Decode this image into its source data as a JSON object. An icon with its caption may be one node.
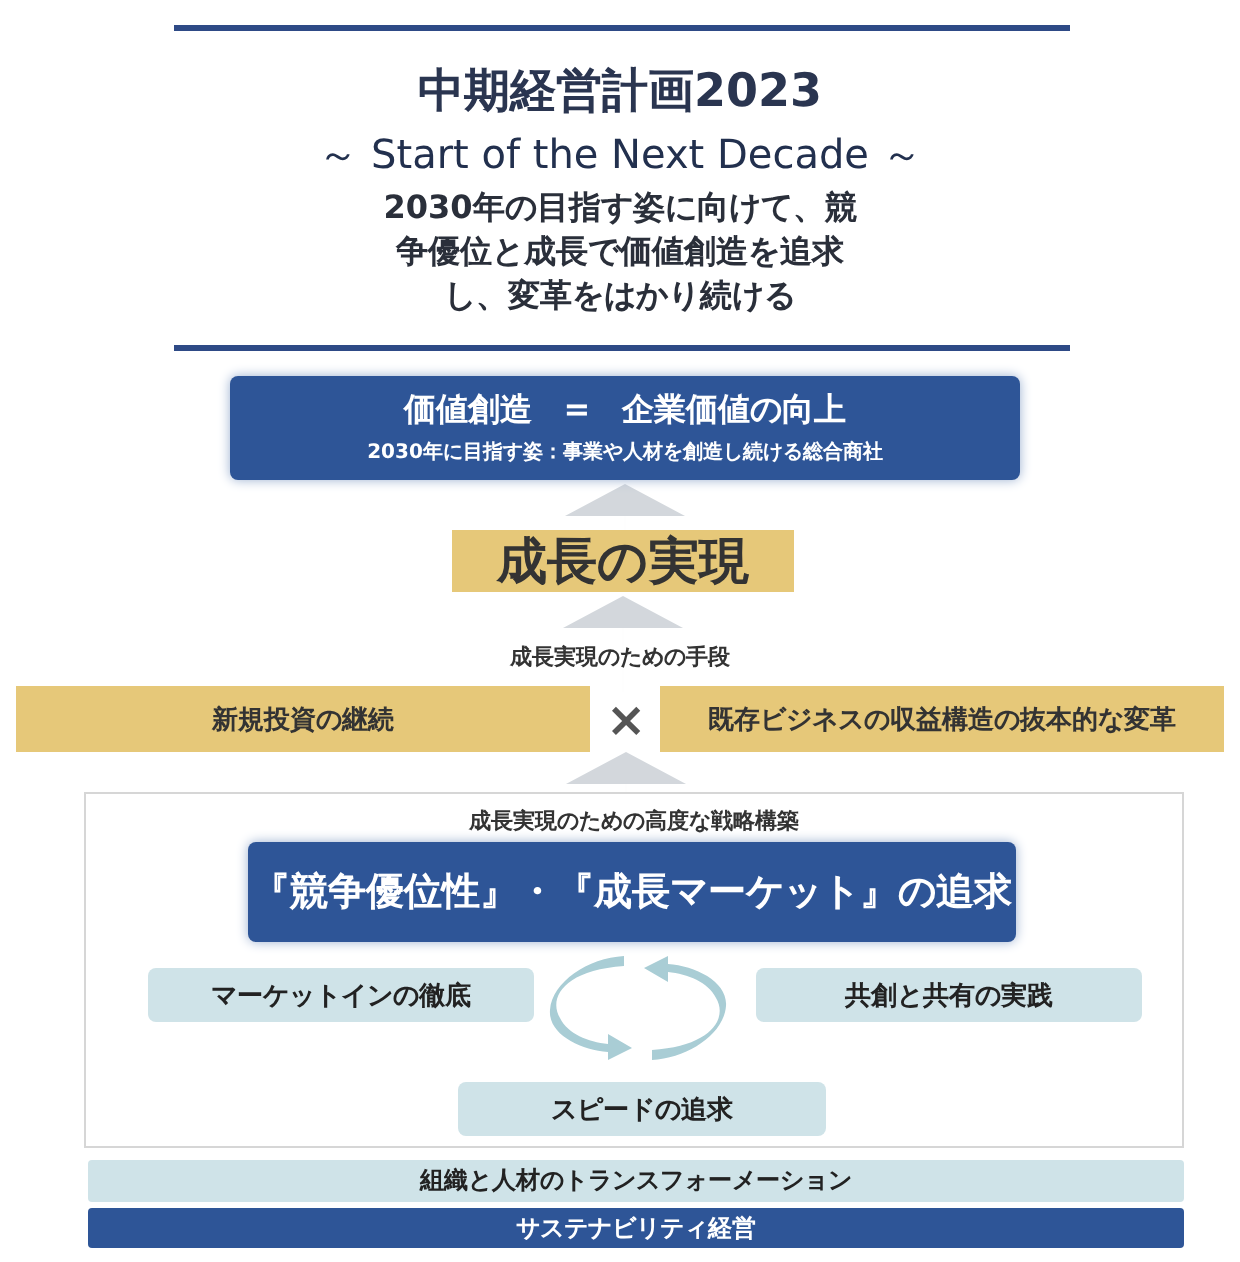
{
  "diagram": {
    "title": "中期経営計画2023",
    "nodes": [
      {
        "text": [
          "価値創造　=　企業価値の向上",
          "2030年に目指す姿：事業や人材を創造し続ける総合商社"
        ]
      },
      {
        "text": [
          "成長の実現"
        ]
      },
      {
        "text": [
          "新規投資の継続"
        ]
      },
      {
        "text": [
          "×"
        ]
      },
      {
        "text": [
          "既存ビジネスの収益構造の抜本的な変革"
        ]
      },
      {
        "text": [
          "成長実現のための高度な戦略構築"
        ]
      },
      {
        "text": [
          "『競争優位性』・『成長マーケット』の追求"
        ],
        "in": 5
      },
      {
        "text": [
          "マーケットインの徹底"
        ],
        "in": 5
      },
      {
        "text": [
          "共創と共有の実践"
        ],
        "in": 5
      },
      {
        "text": [
          "スピードの追求"
        ],
        "in": 5
      },
      {
        "text": [
          "組織と人材のトランスフォーメーション"
        ]
      },
      {
        "text": [
          "サステナビリティ経営"
        ]
      }
    ],
    "edges": [
      {
        "from": 1,
        "to": 0,
        "arrow": "to"
      },
      {
        "from": 3,
        "to": 1,
        "arrow": "to"
      },
      {
        "from": 5,
        "to": 3,
        "arrow": "to"
      }
    ],
    "labels": [
      "～ Start of the Next Decade ～",
      "2030年の目指す姿に向けて、競争優位と成長で価値創造を追求し、変革をはかり続ける",
      "成長実現のための手段"
    ]
  }
}
